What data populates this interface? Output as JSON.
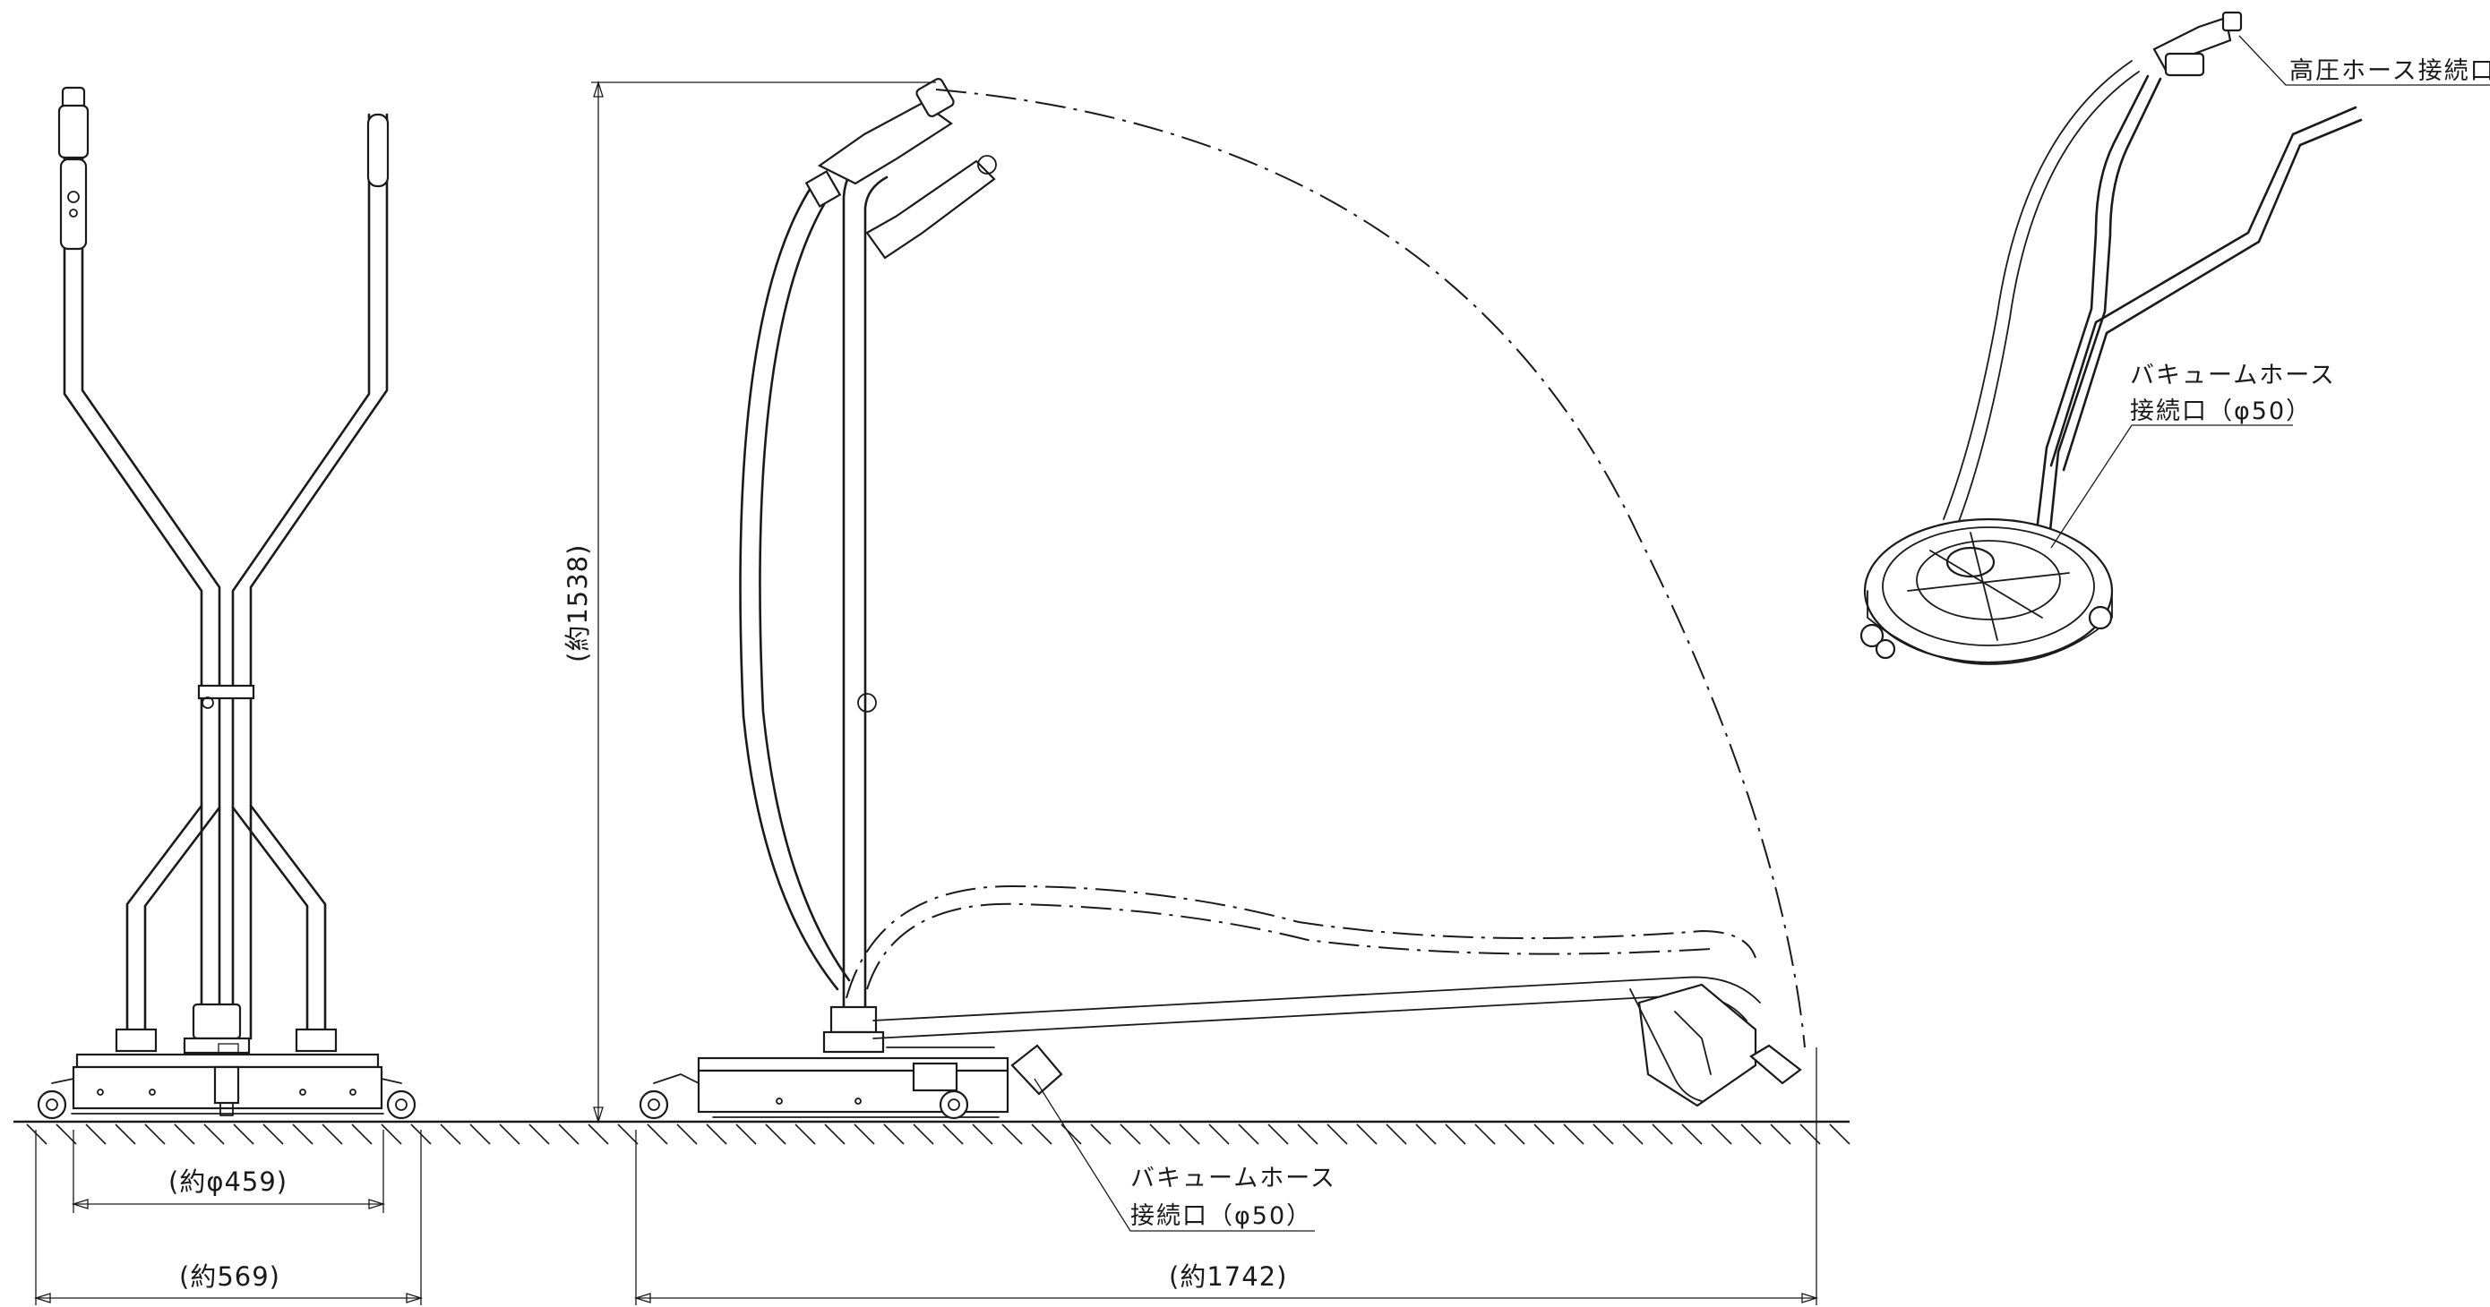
{
  "dimensions": {
    "front_diameter": "(約φ459)",
    "front_width": "(約569)",
    "side_height": "(約1538)",
    "side_length": "(約1742)"
  },
  "labels": {
    "high_pressure_port": "高圧ホース接続口",
    "vacuum_port_line1": "バキュームホース",
    "vacuum_port_line2": "接続口（φ50）",
    "iso_vacuum_line1": "バキュームホース",
    "iso_vacuum_line2": "接続口（φ50）"
  },
  "colors": {
    "line": "#1a1a1a",
    "background": "#ffffff"
  }
}
